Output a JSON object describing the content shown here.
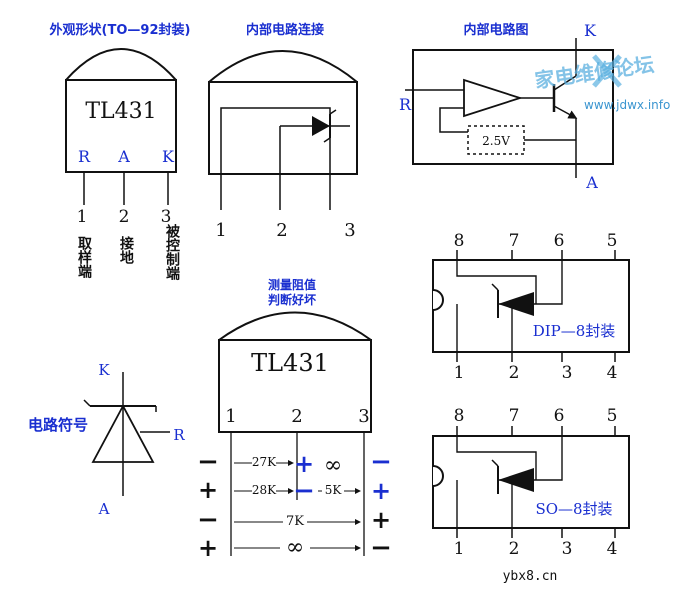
{
  "captions": {
    "package": "外观形状(TO—92封装)",
    "internal_conn": "内部电路连接",
    "internal_diagram": "内部电路图",
    "measure_line1": "测量阻值",
    "measure_line2": "判断好坏",
    "symbol": "电路符号"
  },
  "package": {
    "part": "TL431",
    "pin_letters": [
      "R",
      "A",
      "K"
    ],
    "pin_numbers": [
      "1",
      "2",
      "3"
    ],
    "pin_desc": [
      "取样端",
      "接地",
      "被控制端"
    ]
  },
  "internal_conn": {
    "pin_numbers": [
      "1",
      "2",
      "3"
    ]
  },
  "internal_diagram": {
    "K": "K",
    "R": "R",
    "A": "A",
    "ref": "2.5V"
  },
  "symbol": {
    "K": "K",
    "A": "A",
    "R": "R"
  },
  "measure": {
    "part": "TL431",
    "pins": [
      "1",
      "2",
      "3"
    ],
    "rows": [
      {
        "s1": "−",
        "v12": "27K",
        "s2": "+",
        "v23": "∞",
        "s3": "−"
      },
      {
        "s1": "+",
        "v12": "28K",
        "s2": "−",
        "v23": "5K",
        "s3": "+"
      },
      {
        "s1": "−",
        "v13": "7K",
        "s3": "+"
      },
      {
        "s1": "+",
        "v13": "∞",
        "s3": "−"
      }
    ]
  },
  "dip": {
    "label": "DIP—8封装",
    "top": [
      "8",
      "7",
      "6",
      "5"
    ],
    "bottom": [
      "1",
      "2",
      "3",
      "4"
    ]
  },
  "so": {
    "label": "SO—8封装",
    "top": [
      "8",
      "7",
      "6",
      "5"
    ],
    "bottom": [
      "1",
      "2",
      "3",
      "4"
    ]
  },
  "watermark": {
    "text": "家电维修论坛",
    "url": "www.jdwx.info"
  },
  "footer": "ybx8.cn",
  "colors": {
    "blue": "#1a2fd0",
    "black": "#111111",
    "watermark": "#5bb0e0"
  }
}
